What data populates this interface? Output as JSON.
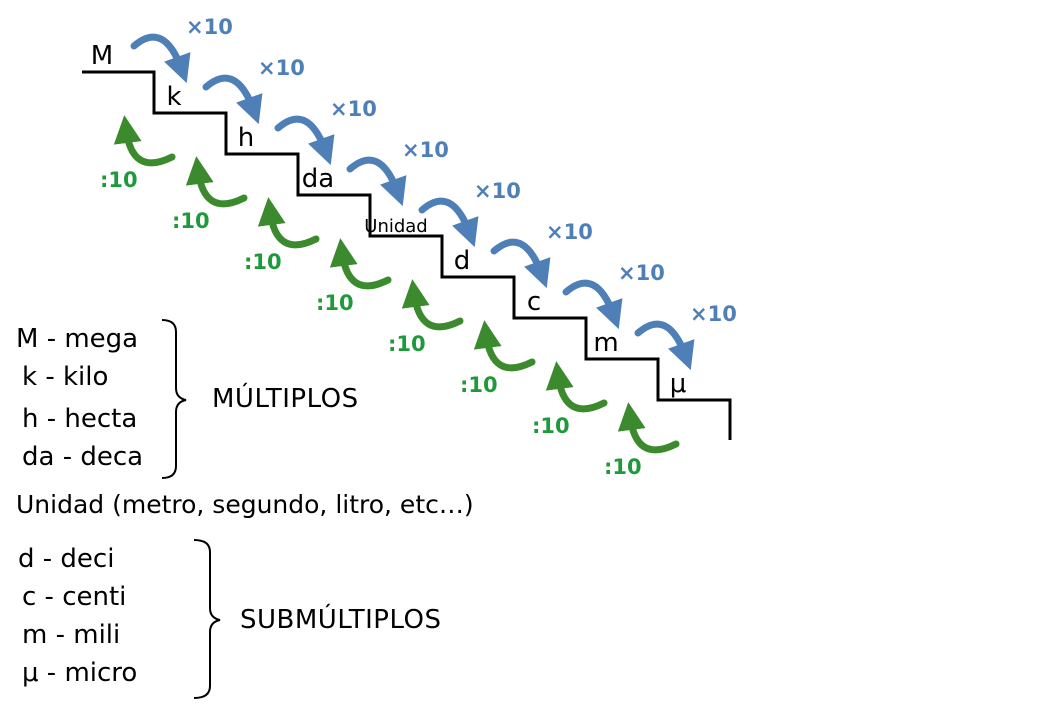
{
  "steps": [
    "M",
    "k",
    "h",
    "da",
    "Unidad",
    "d",
    "c",
    "m",
    "μ"
  ],
  "multiply_label": "×10",
  "divide_label": ":10",
  "colors": {
    "multiply_arrow": "#4f7fb7",
    "divide_arrow": "#3c8a2e",
    "multiply_text": "#4f7fb7",
    "divide_text": "#1f9a3a",
    "stair_line": "#000000"
  },
  "multiples": {
    "items": [
      "M - mega",
      "k - kilo",
      "h - hecta",
      "da - deca"
    ],
    "label": "MÚLTIPLOS"
  },
  "unit_line": "Unidad (metro, segundo, litro, etc…)",
  "submultiples": {
    "items": [
      "d - deci",
      "c - centi",
      "m - mili",
      "μ - micro"
    ],
    "label": "SUBMÚLTIPLOS"
  }
}
